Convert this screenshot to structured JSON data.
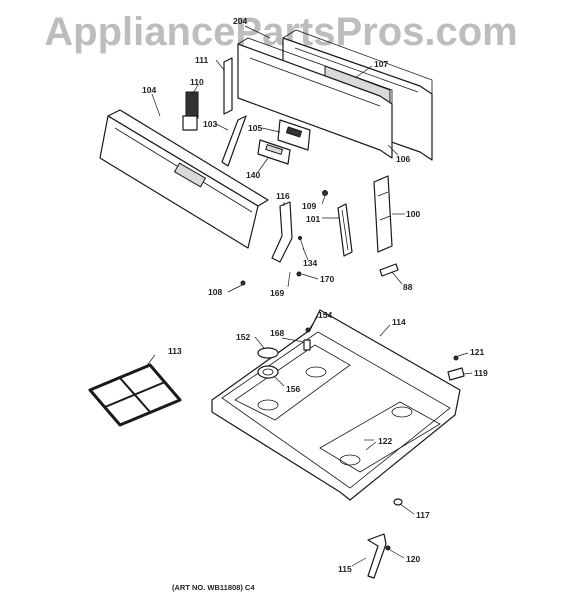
{
  "watermark": "AppliancePartsPros.com",
  "art_number": "(ART NO. WB11808) C4",
  "labels": {
    "p204": "204",
    "p111": "111",
    "p107": "107",
    "p110": "110",
    "p104": "104",
    "p103": "103",
    "p105": "105",
    "p106": "106",
    "p140": "140",
    "p116": "116",
    "p109": "109",
    "p101": "101",
    "p100": "100",
    "p134": "134",
    "p108": "108",
    "p169": "169",
    "p170": "170",
    "p88": "88",
    "p154": "154",
    "p114": "114",
    "p152": "152",
    "p168": "168",
    "p113": "113",
    "p121": "121",
    "p119": "119",
    "p156": "156",
    "p122": "122",
    "p117": "117",
    "p120": "120",
    "p115": "115"
  }
}
